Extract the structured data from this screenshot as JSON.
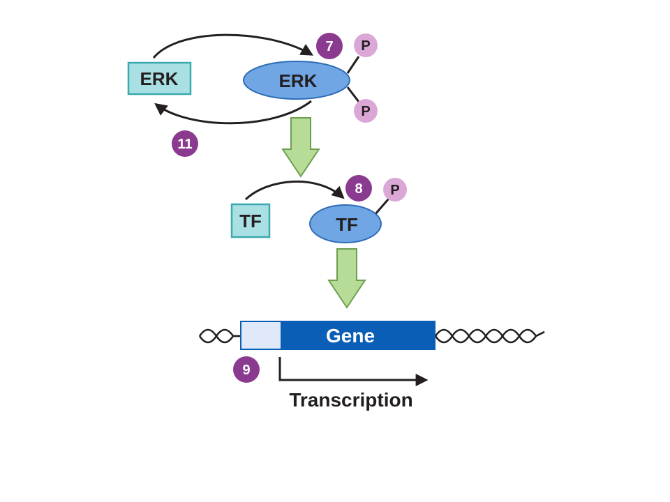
{
  "colors": {
    "box_fill": "#a9e0e4",
    "box_stroke": "#3ba9ad",
    "ellipse_fill": "#6fa6e3",
    "ellipse_stroke": "#2f6cb8",
    "step_badge": "#8a3a8f",
    "phosphate": "#dba7d6",
    "down_arrow_fill": "#b7dc98",
    "down_arrow_stroke": "#6c9e4f",
    "gene_bar": "#0b5eb5",
    "promoter": "#dfe9fa",
    "dna_strand": "#231f20"
  },
  "erk_inactive": {
    "label": "ERK"
  },
  "erk_active": {
    "label": "ERK"
  },
  "tf_inactive": {
    "label": "TF"
  },
  "tf_active": {
    "label": "TF"
  },
  "phosphate_label": "P",
  "steps": {
    "activation": "7",
    "inactivation": "11",
    "tf_phosphorylation": "8",
    "transcription": "9"
  },
  "gene": {
    "label": "Gene"
  },
  "transcription": {
    "label": "Transcription"
  }
}
